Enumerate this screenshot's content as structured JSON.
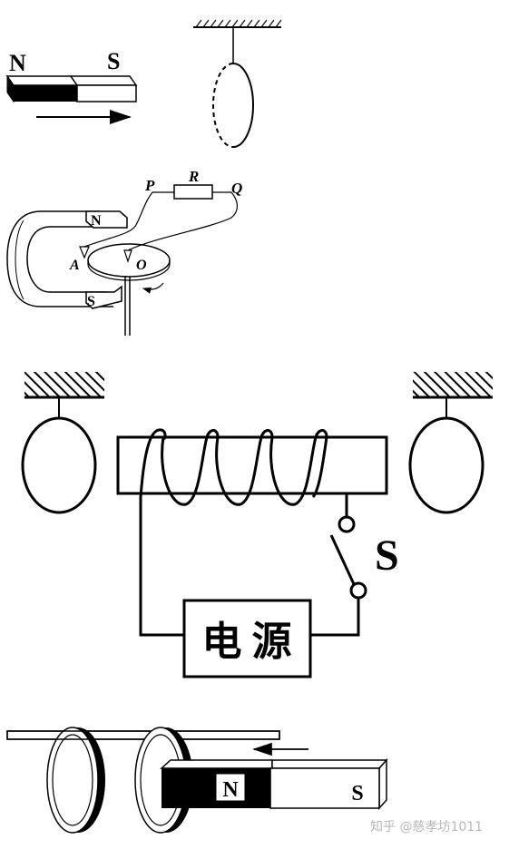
{
  "figure1": {
    "north_label": "N",
    "south_label": "S"
  },
  "figure2": {
    "resistor_label": "R",
    "terminal_p": "P",
    "terminal_q": "Q",
    "magnet_north": "N",
    "magnet_south": "S",
    "brush_label": "A",
    "center_label": "O"
  },
  "figure3": {
    "switch_label": "S",
    "power_label": "电 源"
  },
  "figure4": {
    "north_label": "N",
    "south_label": "S"
  },
  "watermark": "知乎 @慈孝坊1011",
  "colors": {
    "ink": "#000000",
    "background": "#ffffff",
    "watermark": "#b8b8b8"
  }
}
